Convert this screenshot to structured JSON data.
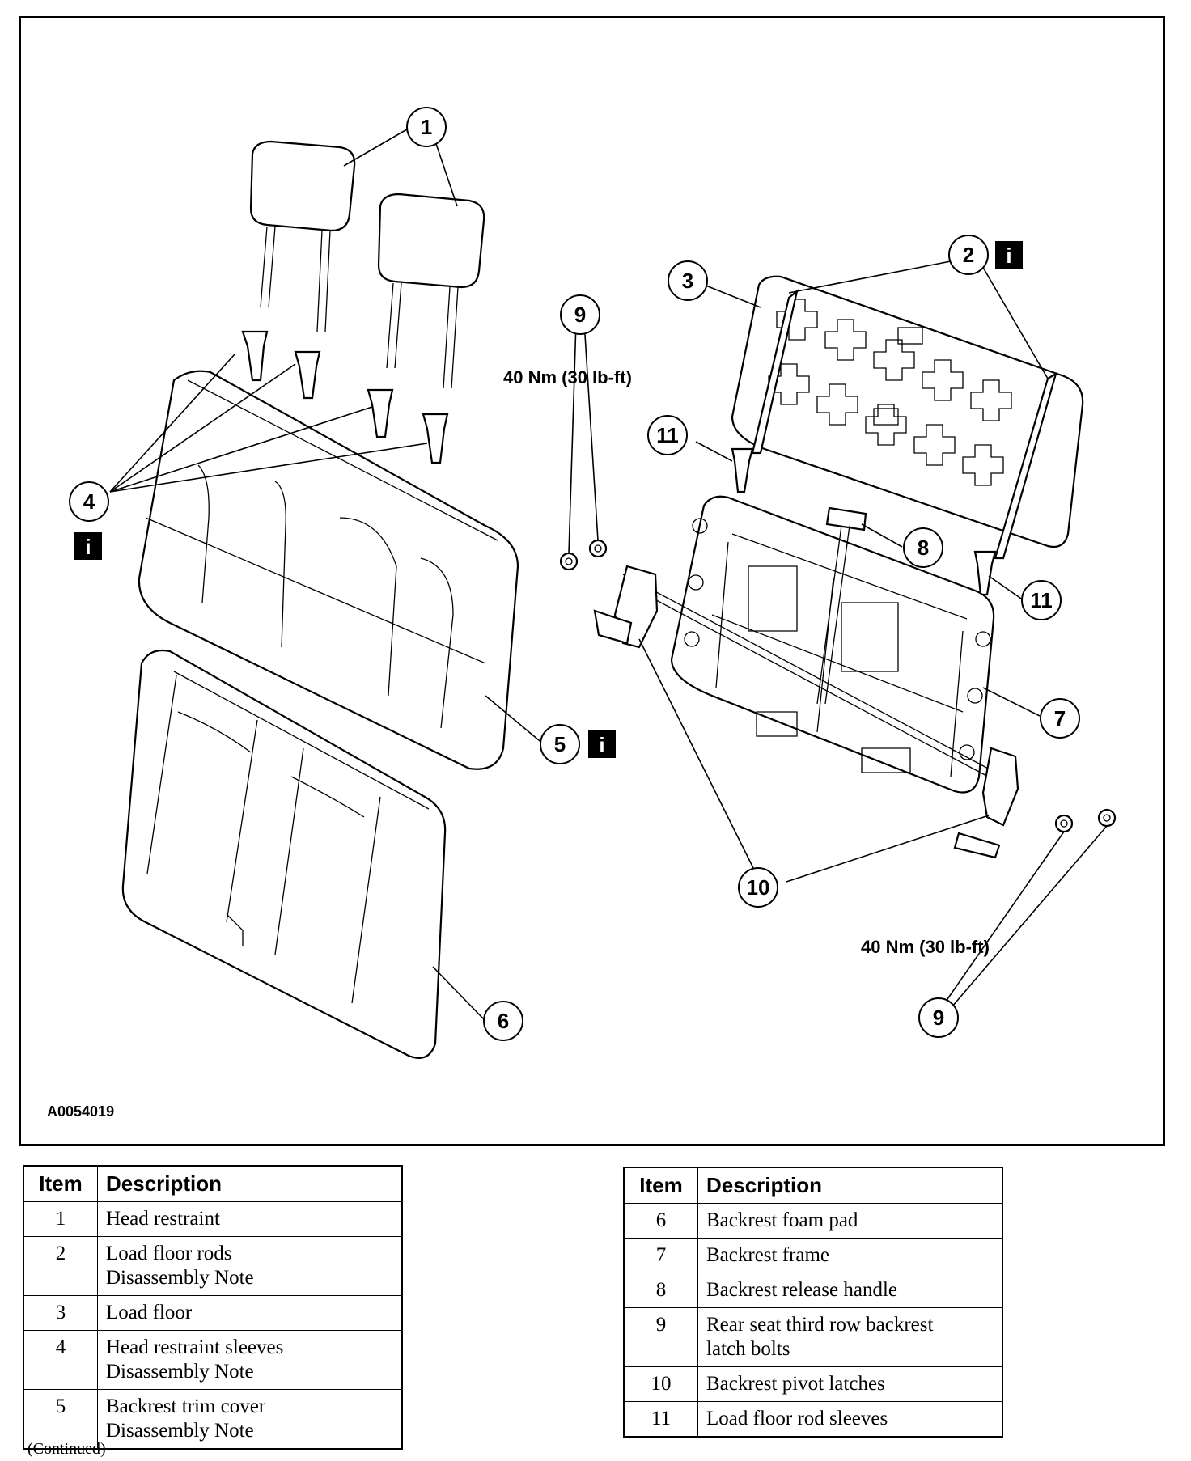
{
  "figure": {
    "code": "A0054019",
    "info_icon_glyph": "i",
    "torque_top": "40 Nm (30 lb-ft)",
    "torque_bottom": "40 Nm (30 lb-ft)",
    "callouts": [
      "1",
      "2",
      "3",
      "4",
      "5",
      "6",
      "7",
      "8",
      "9",
      "9",
      "10",
      "11",
      "11"
    ]
  },
  "tables": {
    "left": {
      "header_item": "Item",
      "header_desc": "Description",
      "rows": [
        {
          "item": "1",
          "line1": "Head restraint",
          "line2": ""
        },
        {
          "item": "2",
          "line1": "Load floor rods",
          "line2": "Disassembly Note"
        },
        {
          "item": "3",
          "line1": "Load floor",
          "line2": ""
        },
        {
          "item": "4",
          "line1": "Head restraint sleeves",
          "line2": "Disassembly Note"
        },
        {
          "item": "5",
          "line1": "Backrest trim cover",
          "line2": "Disassembly Note"
        }
      ]
    },
    "right": {
      "header_item": "Item",
      "header_desc": "Description",
      "rows": [
        {
          "item": "6",
          "line1": "Backrest foam pad",
          "line2": ""
        },
        {
          "item": "7",
          "line1": "Backrest frame",
          "line2": ""
        },
        {
          "item": "8",
          "line1": "Backrest release handle",
          "line2": ""
        },
        {
          "item": "9",
          "line1": "Rear seat third row backrest",
          "line2": "latch bolts"
        },
        {
          "item": "10",
          "line1": "Backrest pivot latches",
          "line2": ""
        },
        {
          "item": "11",
          "line1": "Load floor rod sleeves",
          "line2": ""
        }
      ]
    }
  },
  "footer": {
    "continued": "(Continued)"
  }
}
